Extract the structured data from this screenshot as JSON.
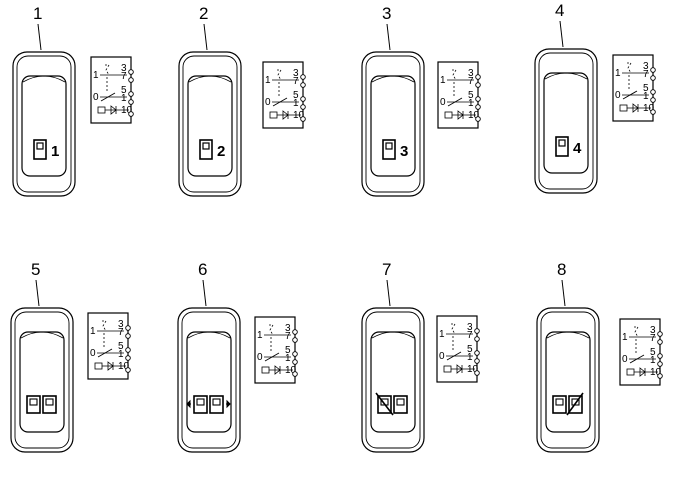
{
  "switches": [
    {
      "callout": "1",
      "face_label": "1",
      "symbol": "single"
    },
    {
      "callout": "2",
      "face_label": "2",
      "symbol": "single"
    },
    {
      "callout": "3",
      "face_label": "3",
      "symbol": "single"
    },
    {
      "callout": "4",
      "face_label": "4",
      "symbol": "single"
    },
    {
      "callout": "5",
      "face_label": "",
      "symbol": "double"
    },
    {
      "callout": "6",
      "face_label": "",
      "symbol": "double-arrows"
    },
    {
      "callout": "7",
      "face_label": "",
      "symbol": "double-slash-left"
    },
    {
      "callout": "8",
      "face_label": "",
      "symbol": "double-slash-right"
    }
  ],
  "schematic": {
    "pins": [
      "3",
      "7",
      "5",
      "1",
      "10"
    ],
    "positions": [
      "1",
      "0"
    ]
  }
}
